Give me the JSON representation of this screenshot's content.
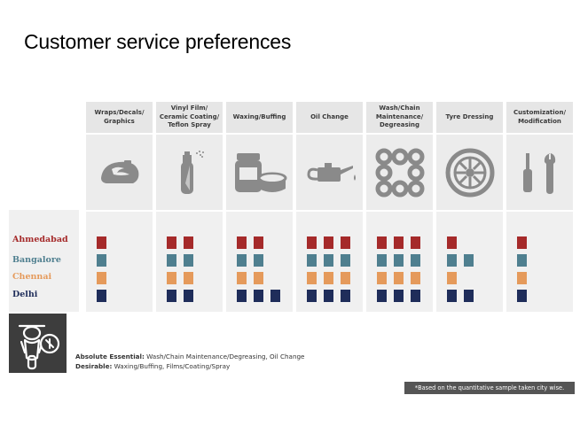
{
  "title": "Customer service preferences",
  "colors": {
    "Ahmedabad": "#a52a2a",
    "Bangalore": "#4f7f8f",
    "Chennai": "#e59a5b",
    "Delhi": "#1f2d5a"
  },
  "columns": [
    {
      "label": "Wraps/Decals/\nGraphics",
      "icon": "motorcycle-tank-icon",
      "counts": [
        1,
        1,
        1,
        1
      ]
    },
    {
      "label": "Vinyl Film/\nCeramic Coating/\nTeflon Spray",
      "icon": "spray-can-icon",
      "counts": [
        2,
        2,
        2,
        2
      ]
    },
    {
      "label": "Waxing/Buffing",
      "icon": "wax-jars-icon",
      "counts": [
        2,
        2,
        2,
        3
      ]
    },
    {
      "label": "Oil Change",
      "icon": "oil-can-icon",
      "counts": [
        3,
        3,
        3,
        3
      ]
    },
    {
      "label": "Wash/Chain\nMaintenance/\nDegreasing",
      "icon": "chain-icon",
      "counts": [
        3,
        3,
        3,
        3
      ]
    },
    {
      "label": "Tyre Dressing",
      "icon": "tyre-icon",
      "counts": [
        1,
        2,
        1,
        2
      ]
    },
    {
      "label": "Customization/\nModification",
      "icon": "tools-icon",
      "counts": [
        1,
        1,
        1,
        1
      ]
    }
  ],
  "cities": [
    "Ahmedabad",
    "Bangalore",
    "Chennai",
    "Delhi"
  ],
  "notes": {
    "essential_label": "Absolute Essential:",
    "essential_text": " Wash/Chain Maintenance/Degreasing, Oil Change",
    "desirable_label": "Desirable:",
    "desirable_text": " Waxing/Buffing, Films/Coating/Spray"
  },
  "footnote": "*Based on the quantitative sample taken city wise."
}
